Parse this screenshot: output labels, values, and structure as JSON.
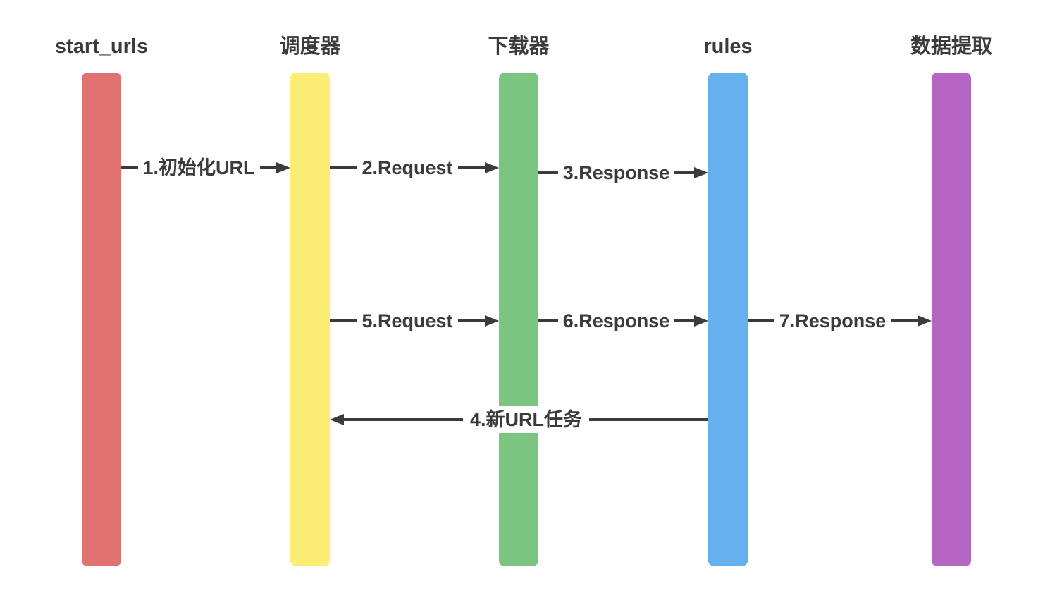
{
  "diagram": {
    "colors": {
      "background": "#ffffff",
      "line": "#3b3b3b",
      "text": "#3b3b3b"
    },
    "lifelines": [
      {
        "id": "start-urls",
        "label": "start_urls",
        "color": "#e27272"
      },
      {
        "id": "scheduler",
        "label": "调度器",
        "color": "#fcee74"
      },
      {
        "id": "downloader",
        "label": "下载器",
        "color": "#7cc580"
      },
      {
        "id": "rules",
        "label": "rules",
        "color": "#64b1ee"
      },
      {
        "id": "extractor",
        "label": "数据提取",
        "color": "#b566c5"
      }
    ],
    "messages": [
      {
        "num": 1,
        "label": "1.初始化URL",
        "from": "start_urls",
        "to": "调度器",
        "direction": "right"
      },
      {
        "num": 2,
        "label": "2.Request",
        "from": "调度器",
        "to": "下载器",
        "direction": "right"
      },
      {
        "num": 3,
        "label": "3.Response",
        "from": "下载器",
        "to": "rules",
        "direction": "right"
      },
      {
        "num": 4,
        "label": "4.新URL任务",
        "from": "rules",
        "to": "调度器",
        "direction": "left"
      },
      {
        "num": 5,
        "label": "5.Request",
        "from": "调度器",
        "to": "下载器",
        "direction": "right"
      },
      {
        "num": 6,
        "label": "6.Response",
        "from": "下载器",
        "to": "rules",
        "direction": "right"
      },
      {
        "num": 7,
        "label": "7.Response",
        "from": "rules",
        "to": "数据提取",
        "direction": "right"
      }
    ]
  }
}
